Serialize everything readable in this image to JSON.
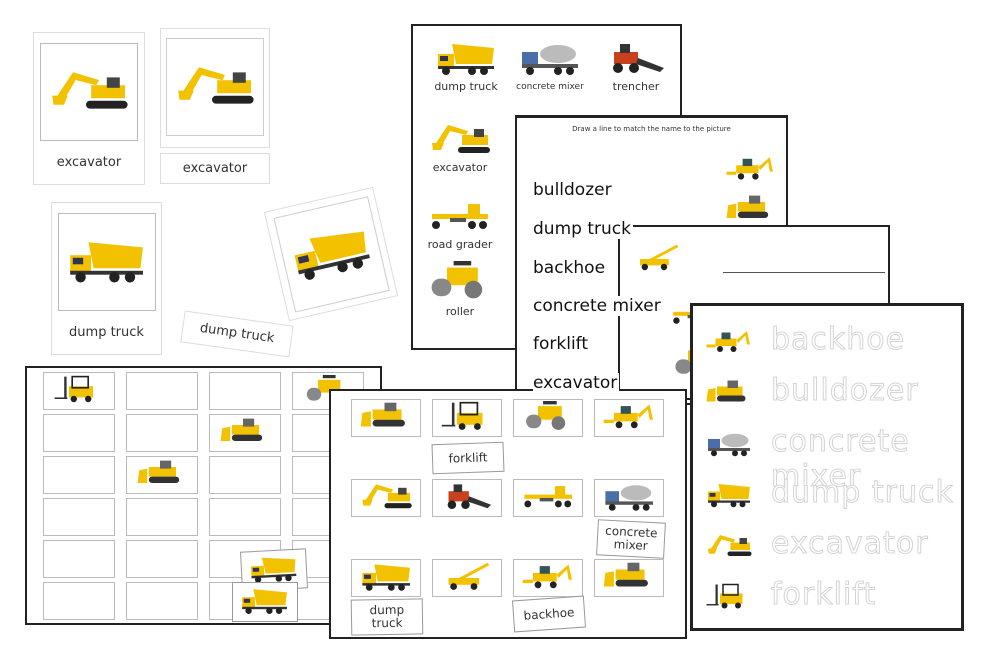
{
  "cards": {
    "excavator_1": "excavator",
    "excavator_2": "excavator",
    "dump_truck_1": "dump truck",
    "dump_truck_label": "dump truck"
  },
  "sheet_a": {
    "items": [
      {
        "label": "dump truck",
        "icon": "dump-truck"
      },
      {
        "label": "concrete mixer",
        "icon": "concrete-mixer"
      },
      {
        "label": "trencher",
        "icon": "trencher"
      },
      {
        "label": "excavator",
        "icon": "excavator"
      },
      {
        "label": "road grader",
        "icon": "road-grader"
      },
      {
        "label": "roller",
        "icon": "roller"
      }
    ]
  },
  "sheet_b": {
    "title": "Draw a line to match the name to the picture",
    "words": [
      "bulldozer",
      "dump truck",
      "backhoe",
      "concrete mixer",
      "forklift",
      "excavator"
    ]
  },
  "sheet_d": {
    "items": [
      {
        "label": "backhoe",
        "icon": "backhoe"
      },
      {
        "label": "bulldozer",
        "icon": "bulldozer"
      },
      {
        "label": "concrete mixer",
        "icon": "concrete-mixer"
      },
      {
        "label": "dump truck",
        "icon": "dump-truck"
      },
      {
        "label": "excavator",
        "icon": "excavator"
      },
      {
        "label": "forklift",
        "icon": "forklift"
      }
    ]
  },
  "sheet_f": {
    "labels": {
      "forklift": "forklift",
      "concrete_mixer": "concrete mixer",
      "dump_truck": "dump truck",
      "backhoe": "backhoe"
    }
  },
  "colors": {
    "vehicle_yellow": "#f2c200",
    "mixer_blue": "#4a6ea8",
    "trencher_red": "#c8401e",
    "border": "#222222"
  }
}
